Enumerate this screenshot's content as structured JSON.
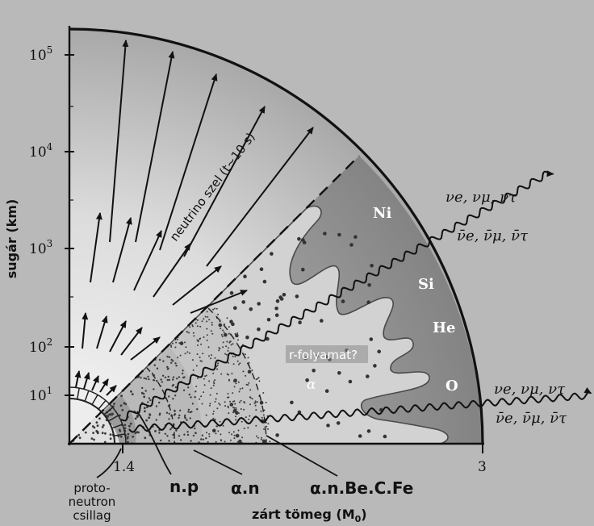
{
  "axes": {
    "y_label": "sugár (km)",
    "x_label_main": "zárt tömeg (M",
    "x_label_sub": "0",
    "x_label_close": ")",
    "y_ticks": [
      {
        "base": "10",
        "exp": "5"
      },
      {
        "base": "10",
        "exp": "4"
      },
      {
        "base": "10",
        "exp": "3"
      },
      {
        "base": "10",
        "exp": "2"
      },
      {
        "base": "10",
        "exp": "1"
      }
    ],
    "x_ticks": [
      "1.4",
      "3"
    ]
  },
  "regions": {
    "wind": "neutrino szel (t~10 s)",
    "r_process": "r-folyamat?",
    "alpha": "α"
  },
  "shells": [
    "Ni",
    "Si",
    "He",
    "O"
  ],
  "bottom_labels": {
    "np": "n.p",
    "an": "α.n",
    "anbe": "α.n.Be.C.Fe",
    "proto_1": "proto-",
    "proto_2": "neutron",
    "proto_3": "csillag"
  },
  "neutrinos": {
    "upper": {
      "row1": "νe, νμ, ντ",
      "row2": "ν̄e, ν̄μ, ν̄τ"
    },
    "lower": {
      "row1": "νe, νμ, ντ",
      "row2": "ν̄e, ν̄μ, ν̄τ"
    }
  }
}
